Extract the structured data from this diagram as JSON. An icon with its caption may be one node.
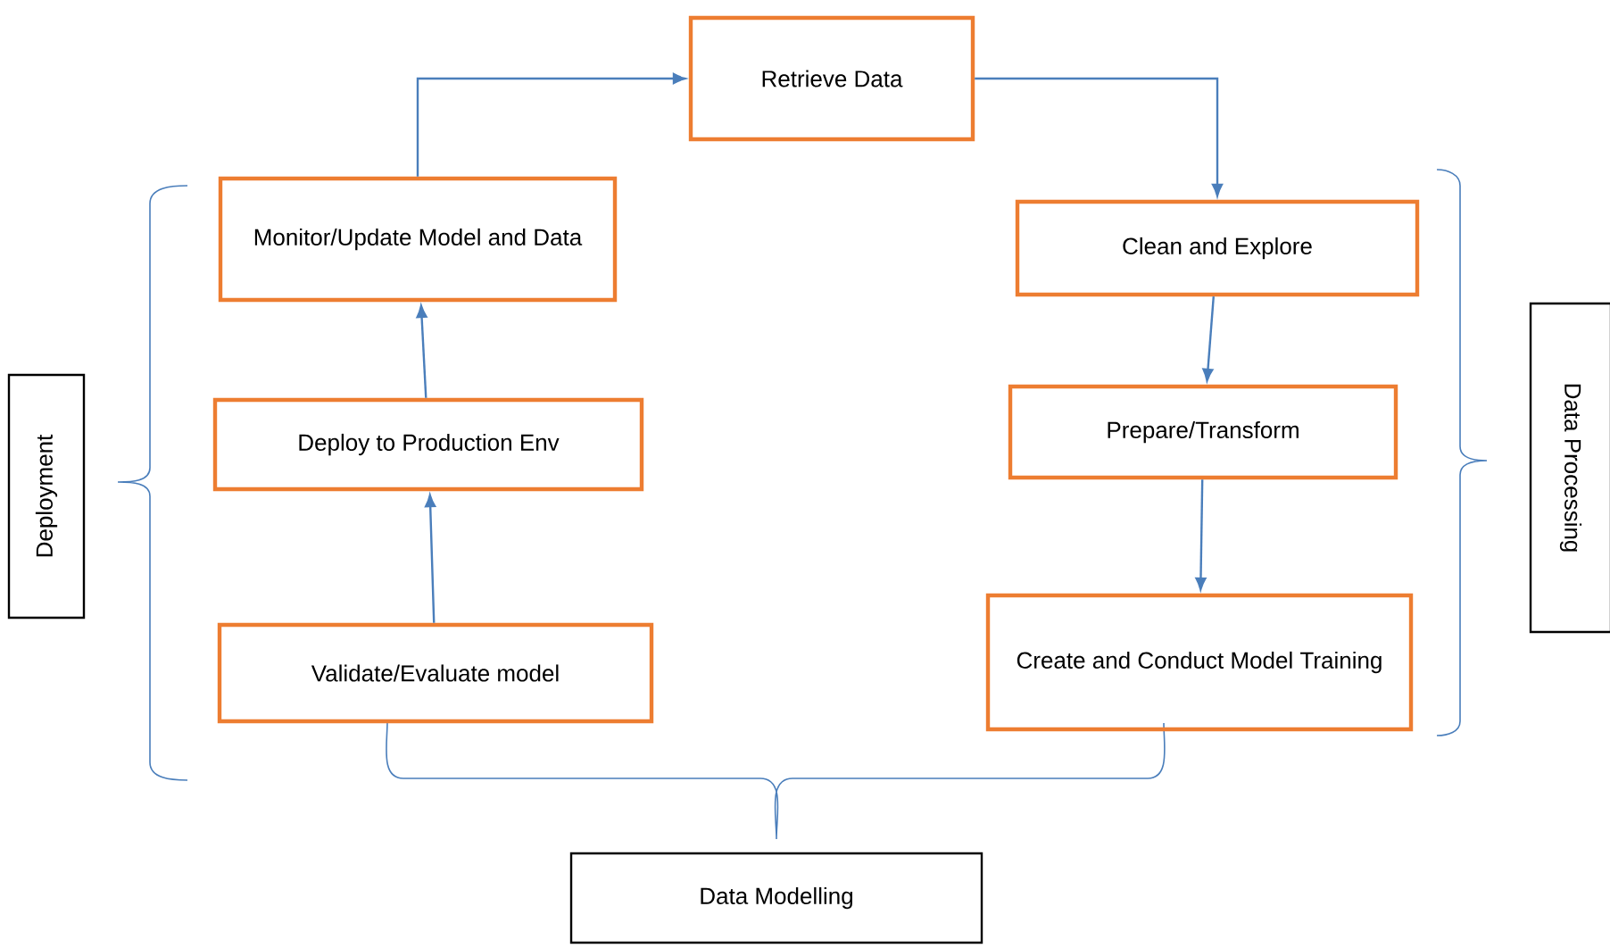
{
  "diagram": {
    "nodes": [
      {
        "text": [
          "Retrieve Data"
        ]
      },
      {
        "text": [
          "Monitor/Update Model and Data"
        ]
      },
      {
        "text": [
          "Deploy to Production Env"
        ]
      },
      {
        "text": [
          "Validate/Evaluate model"
        ]
      },
      {
        "text": [
          "Clean and Explore"
        ]
      },
      {
        "text": [
          "Prepare/Transform"
        ]
      },
      {
        "text": [
          "Create and Conduct Model Training"
        ]
      },
      {
        "text": [
          "Deployment"
        ]
      },
      {
        "text": [
          "Data Processing"
        ]
      },
      {
        "text": [
          "Data Modelling"
        ]
      }
    ],
    "edges": [
      {
        "from": 0,
        "to": 4,
        "arrow": "to"
      },
      {
        "from": 1,
        "to": 0,
        "arrow": "to"
      },
      {
        "from": 2,
        "to": 1,
        "arrow": "to"
      },
      {
        "from": 3,
        "to": 2,
        "arrow": "to"
      },
      {
        "from": 4,
        "to": 5,
        "arrow": "to"
      },
      {
        "from": 5,
        "to": 6,
        "arrow": "to"
      }
    ]
  }
}
